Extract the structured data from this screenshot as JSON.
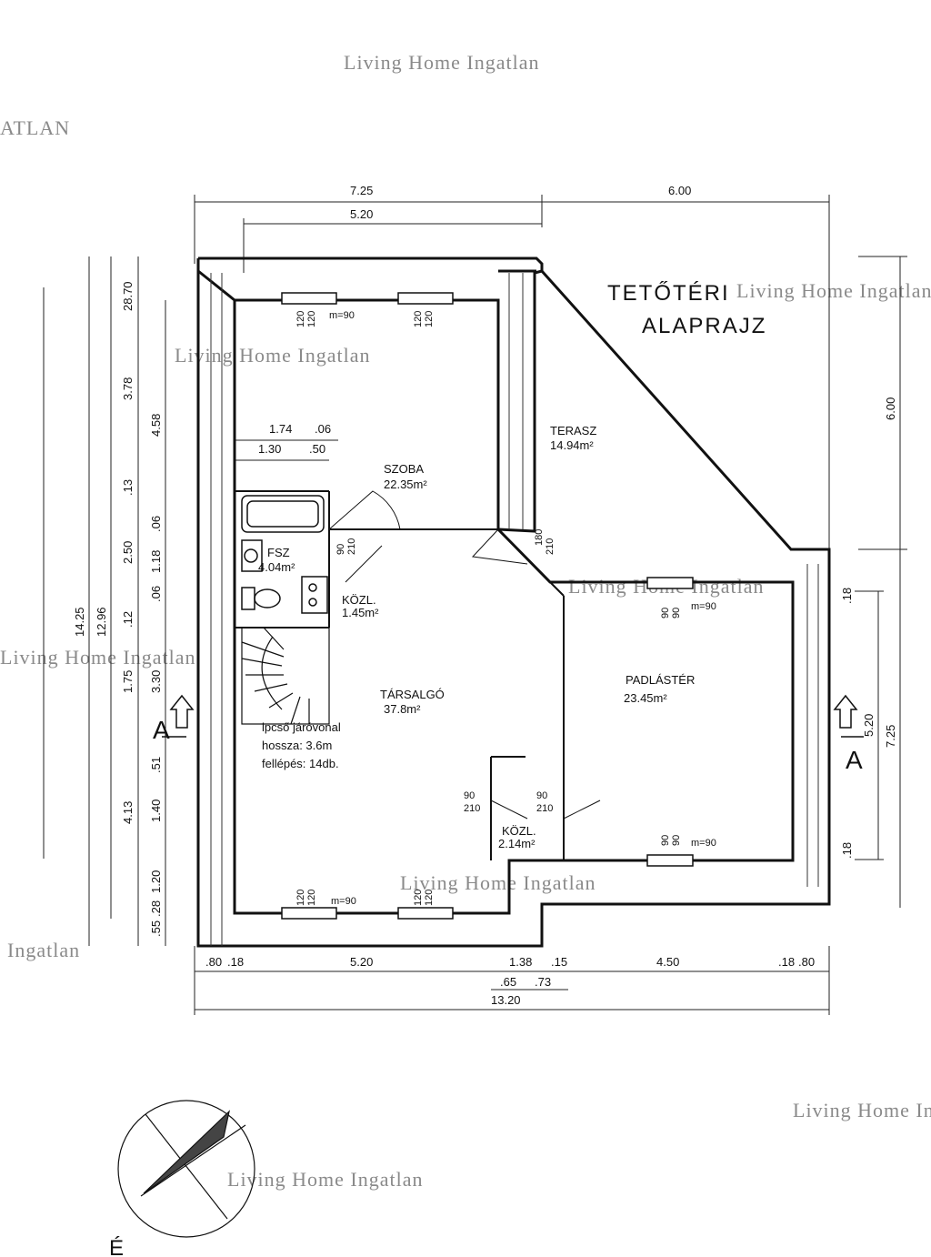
{
  "watermark": "Living Home Ingatlan",
  "watermark_left_top": "ATLAN",
  "watermark_left_bottom": "Ingatlan",
  "plan_title": [
    "TETŐTÉRI",
    "ALAPRAJZ"
  ],
  "rooms": {
    "szoba": {
      "name": "SZOBA",
      "area": "22.35m²"
    },
    "terasz": {
      "name": "TERASZ",
      "area": "14.94m²"
    },
    "fsz": {
      "name": "FSZ",
      "area": "4.04m²"
    },
    "kozl1": {
      "name": "KÖZL.",
      "area": "1.45m²"
    },
    "tarsalgo": {
      "name": "TÁRSALGÓ",
      "area": "37.8m²"
    },
    "padlaster": {
      "name": "PADLÁSTÉR",
      "area": "23.45m²"
    },
    "kozl2": {
      "name": "KÖZL.",
      "area": "2.14m²"
    }
  },
  "stair_note": [
    "lpcső járóvonal",
    "hossza:  3.6m",
    "fellépés: 14db."
  ],
  "dims_top": [
    "7.25",
    "6.00",
    "5.20"
  ],
  "dims_bottom": [
    ".80",
    ".18",
    "5.20",
    "1.38",
    ".15",
    "4.50",
    ".18",
    ".80",
    ".65",
    ".73",
    "13.20"
  ],
  "dims_left": [
    "28.70",
    "3.78",
    "4.58",
    ".13",
    "2.50",
    ".06",
    "1.18",
    ".06",
    ".12",
    "1.75",
    "3.30",
    "14.25",
    "12.96",
    ".51",
    "4.13",
    "1.40",
    "1.20",
    ".55",
    ".28"
  ],
  "dims_right": [
    "6.00",
    "5.20",
    "7.25",
    ".18",
    ".18"
  ],
  "inner_dims": [
    "1.74",
    ".06",
    "1.30",
    ".50"
  ],
  "openings": [
    "120",
    "120",
    "m=90",
    "90",
    "210",
    "180",
    "210",
    "90",
    "210",
    "90",
    "210",
    "90",
    "90",
    "m=90",
    "90",
    "90",
    "m=90",
    "120",
    "120",
    "m=90"
  ],
  "section_label": "A",
  "north_label": "É"
}
